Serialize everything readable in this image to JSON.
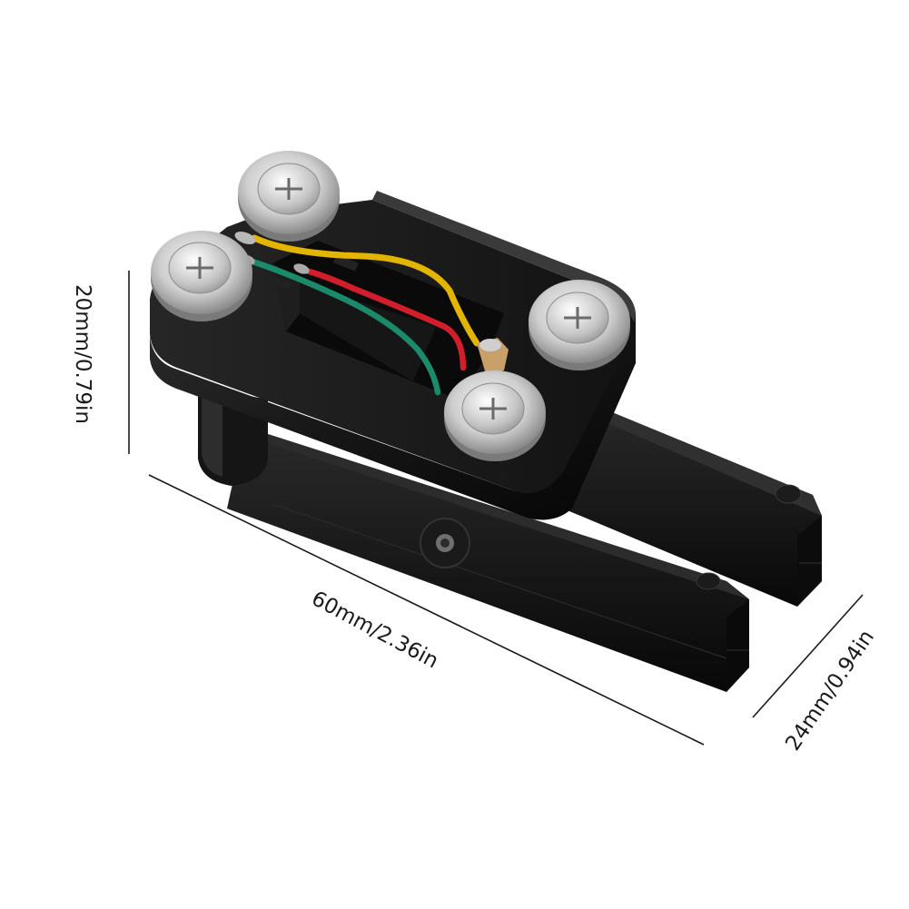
{
  "dimensions": {
    "height": "20mm/0.79in",
    "length": "60mm/2.36in",
    "width": "24mm/0.94in"
  },
  "colors": {
    "background": "#ffffff",
    "body": "#141414",
    "body_highlight": "#2b2b2b",
    "screw_ring": "#c9c9c9",
    "wire_yellow": "#e3b400",
    "wire_red": "#d21d2b",
    "wire_green": "#1a8a6a",
    "dimension_line": "#1a1a1a"
  }
}
